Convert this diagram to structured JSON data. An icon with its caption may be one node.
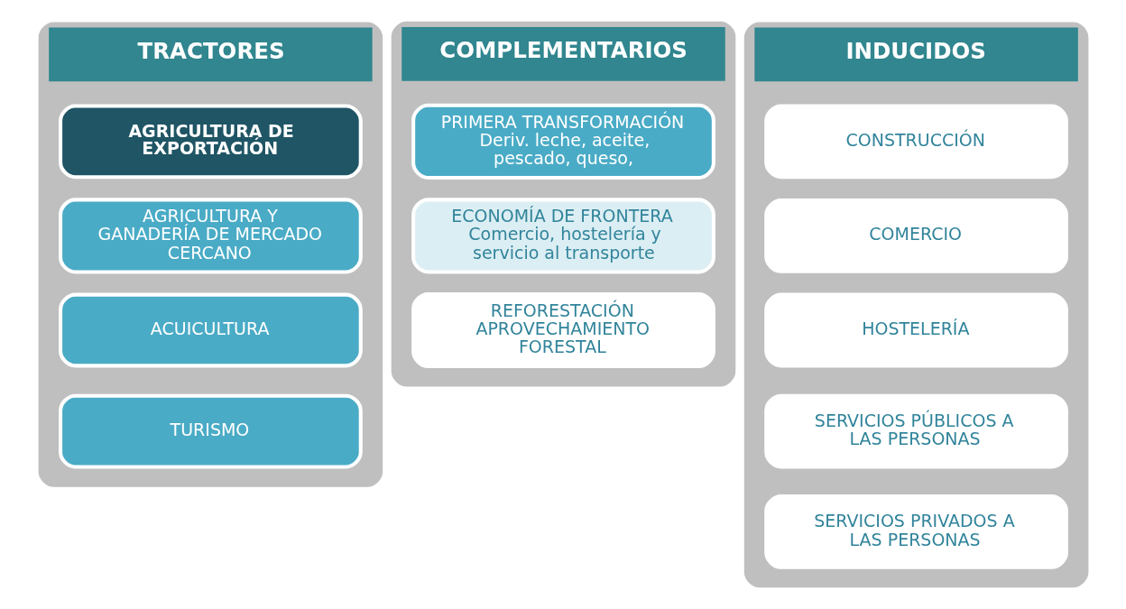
{
  "diagram": {
    "nodes": [
      {
        "text": [
          "TRACTORES"
        ]
      },
      {
        "text": [
          "AGRICULTURA DE EXPORTACIÓN"
        ],
        "in": 0
      },
      {
        "text": [
          "AGRICULTURA Y GANADERÍA DE MERCADO CERCANO"
        ],
        "in": 0
      },
      {
        "text": [
          "ACUICULTURA"
        ],
        "in": 0
      },
      {
        "text": [
          "TURISMO"
        ],
        "in": 0
      },
      {
        "text": [
          "COMPLEMENTARIOS"
        ]
      },
      {
        "text": [
          "PRIMERA TRANSFORMACIÓN",
          "Deriv. leche, aceite, pescado, queso,"
        ],
        "in": 5
      },
      {
        "text": [
          "ECONOMÍA DE FRONTERA",
          "Comercio, hostelería y servicio al transporte"
        ],
        "in": 5
      },
      {
        "text": [
          "REFORESTACIÓN APROVECHAMIENTO FORESTAL"
        ],
        "in": 5
      },
      {
        "text": [
          "INDUCIDOS"
        ]
      },
      {
        "text": [
          "CONSTRUCCIÓN"
        ],
        "in": 9
      },
      {
        "text": [
          "COMERCIO"
        ],
        "in": 9
      },
      {
        "text": [
          "HOSTELERÍA"
        ],
        "in": 9
      },
      {
        "text": [
          "SERVICIOS PÚBLICOS A LAS PERSONAS"
        ],
        "in": 9
      },
      {
        "text": [
          "SERVICIOS PRIVADOS A LAS PERSONAS"
        ],
        "in": 9
      }
    ],
    "edges": []
  }
}
